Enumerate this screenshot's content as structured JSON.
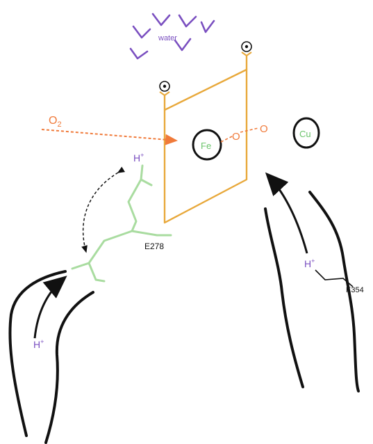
{
  "labels": {
    "water": "water",
    "o2_main": "O",
    "o2_sub": "2",
    "fe": "Fe",
    "cu": "Cu",
    "oxygen_1": "O",
    "oxygen_2": "O",
    "h_top": "H",
    "h_left": "H",
    "h_right": "H",
    "plus": "+",
    "e278": "E278",
    "k354": "K354"
  },
  "colors": {
    "heme": "#e8a83a",
    "oxygen": "#f07a3a",
    "glutamate": "#a9dca0",
    "fe_text": "#6cc46c",
    "cu_text": "#6cc46c",
    "proton": "#7a4fc0",
    "water": "#7a4fc0",
    "channel": "#111111"
  },
  "icons": [
    "water-molecule-icon",
    "heme-propionate-icon",
    "o2-arrow-icon",
    "proton-arrow-icon",
    "exchange-arrow-icon"
  ]
}
